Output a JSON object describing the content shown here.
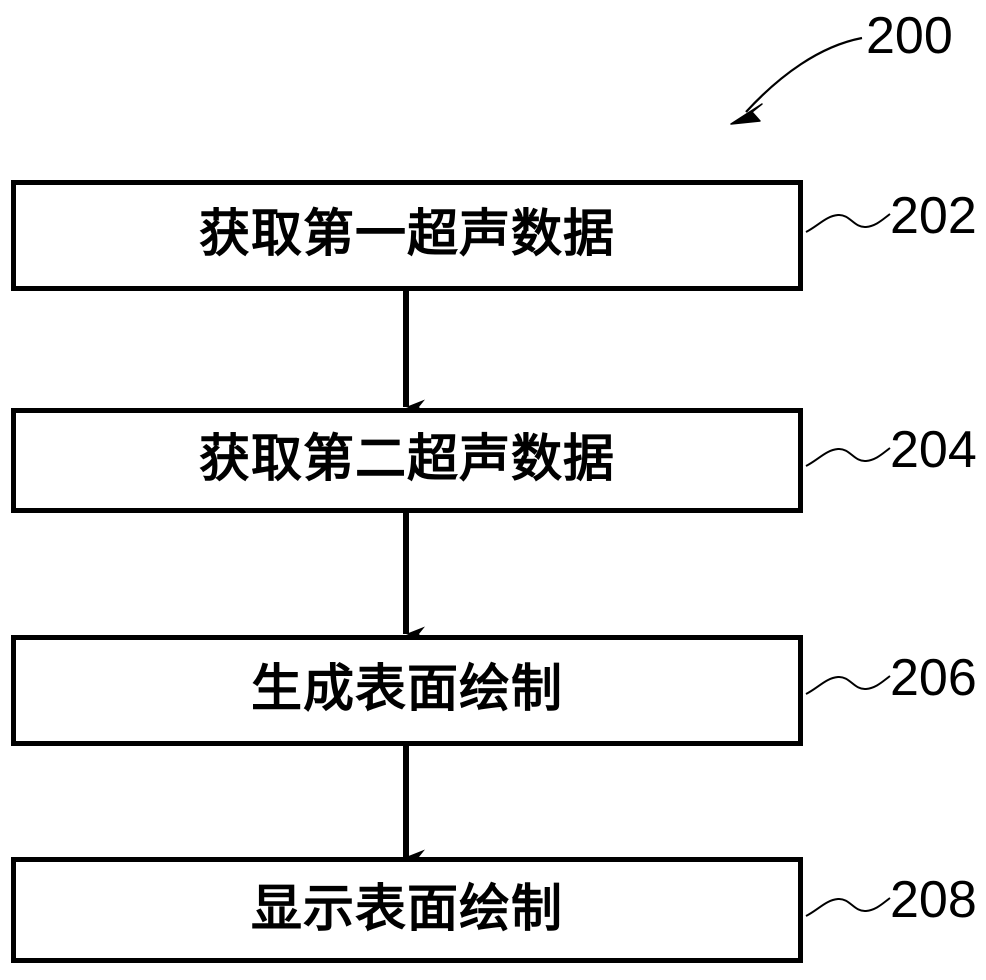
{
  "figure": {
    "figure_number": "200",
    "steps": [
      {
        "id": "202",
        "label": "获取第一超声数据",
        "ref": "202"
      },
      {
        "id": "204",
        "label": "获取第二超声数据",
        "ref": "204"
      },
      {
        "id": "206",
        "label": "生成表面绘制",
        "ref": "206"
      },
      {
        "id": "208",
        "label": "显示表面绘制",
        "ref": "208"
      }
    ],
    "colors": {
      "line": "#000000",
      "background": "#ffffff",
      "text": "#000000"
    }
  }
}
